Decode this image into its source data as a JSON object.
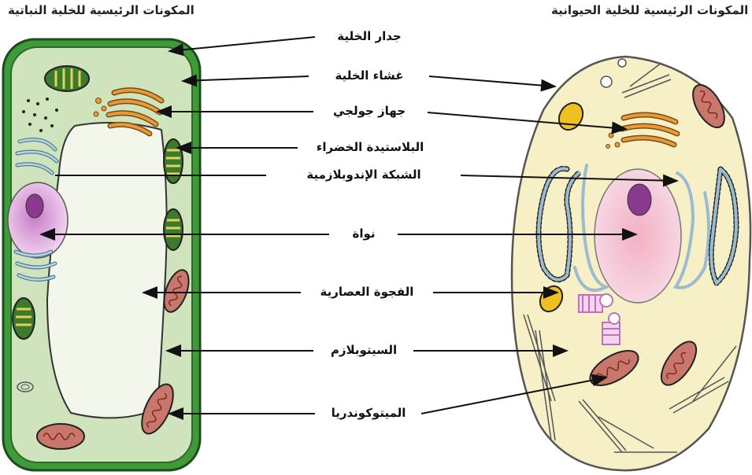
{
  "titles": {
    "plant": "المكونات الرئيسية للخلية النباتية",
    "animal": "المكونات الرئيسية للخلية الحيوانية"
  },
  "labels": [
    "جدار الخلية",
    "غشاء الخلية",
    "جهاز جولجي",
    "البلاستيدة الخضراء",
    "الشبكة الإندوبلازمية",
    "نواة",
    "الفجوة العصارية",
    "السيتوبلازم",
    "الميتوكوندريا"
  ],
  "colors": {
    "cell_wall": "#3f9a3a",
    "plant_cytoplasm": "#cfe3bd",
    "vacuole": "#f3f6ea",
    "animal_cytoplasm": "#f7efc6",
    "nucleus": "#f0bfd3",
    "nucleolus": "#8a3a8e",
    "golgi": "#e69a3a",
    "chloroplast": "#3c7a2c",
    "mitochondria": "#c9776c",
    "er": "#9bbcd0"
  }
}
